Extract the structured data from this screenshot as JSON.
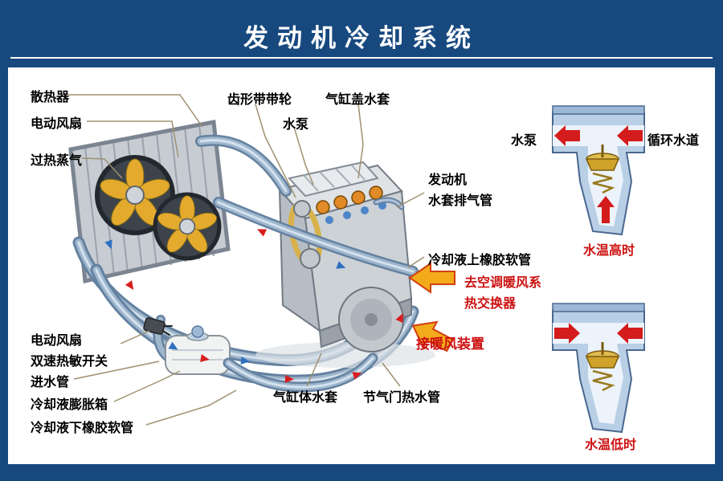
{
  "title": "发动机冷却系统",
  "colors": {
    "frame_blue": "#17497F",
    "accent_red": "#CC1111",
    "pipe_blue": "#64819F",
    "fan_blade_yellow": "#E3AA2E",
    "thermostat_body_blue": "#B9CFE6",
    "heater_arrow_orange": "#F3AB1C"
  },
  "diagram_labels": {
    "radiator": "散热器",
    "electric_fan": "电动风扇",
    "overheated_steam": "过热蒸气",
    "toothed_belt_pulley": "齿形带带轮",
    "water_pump": "水泵",
    "cylinder_head_water_jacket": "气缸盖水套",
    "engine_vent_line1": "发动机",
    "engine_vent_line2": "水套排气管",
    "coolant_upper_hose": "冷却液上橡胶软管",
    "to_hvac_line1": "去空调暖风系",
    "to_hvac_line2": "热交换器",
    "heater_connection": "接暖风装置",
    "fan_thermo_switch_line1": "电动风扇",
    "fan_thermo_switch_line2": "双速热敏开关",
    "water_inlet_pipe": "进水管",
    "coolant_expansion_tank": "冷却液膨胀箱",
    "coolant_lower_hose": "冷却液下橡胶软管",
    "cylinder_block_water_jacket": "气缸体水套",
    "throttle_hot_water_pipe": "节气门热水管"
  },
  "thermostat_panel": {
    "water_pump": "水泵",
    "circulation_channel": "循环水道",
    "state_hot": "水温高时",
    "state_cold": "水温低时"
  }
}
